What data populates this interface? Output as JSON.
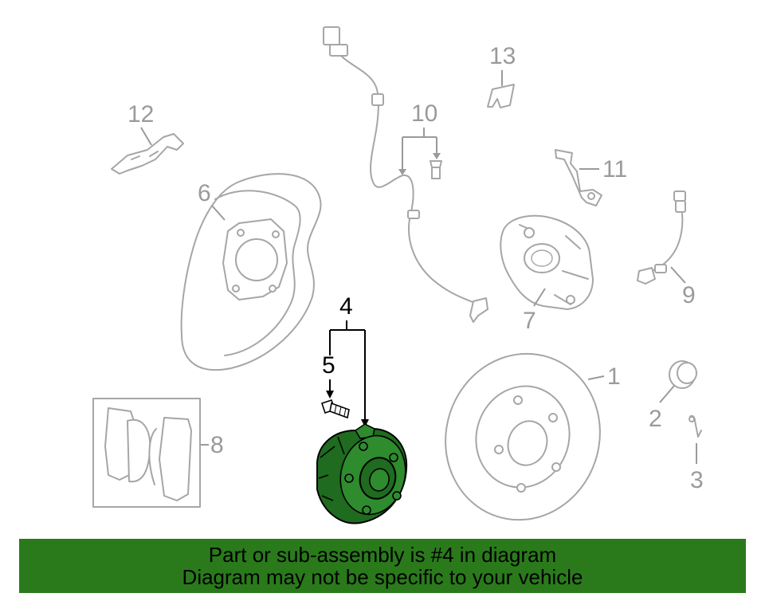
{
  "callouts": {
    "c1": "1",
    "c2": "2",
    "c3": "3",
    "c4": "4",
    "c5": "5",
    "c6": "6",
    "c7": "7",
    "c8": "8",
    "c9": "9",
    "c10": "10",
    "c11": "11",
    "c12": "12",
    "c13": "13"
  },
  "highlighted_part": "4",
  "colors": {
    "highlight_green": "#2a7a1c",
    "hub_fill": "#1f6b1f",
    "ghost_gray": "#a6a6a6"
  },
  "banner": {
    "line1": "Part or sub-assembly is #4 in diagram",
    "line2": "Diagram may not be specific to your vehicle"
  }
}
